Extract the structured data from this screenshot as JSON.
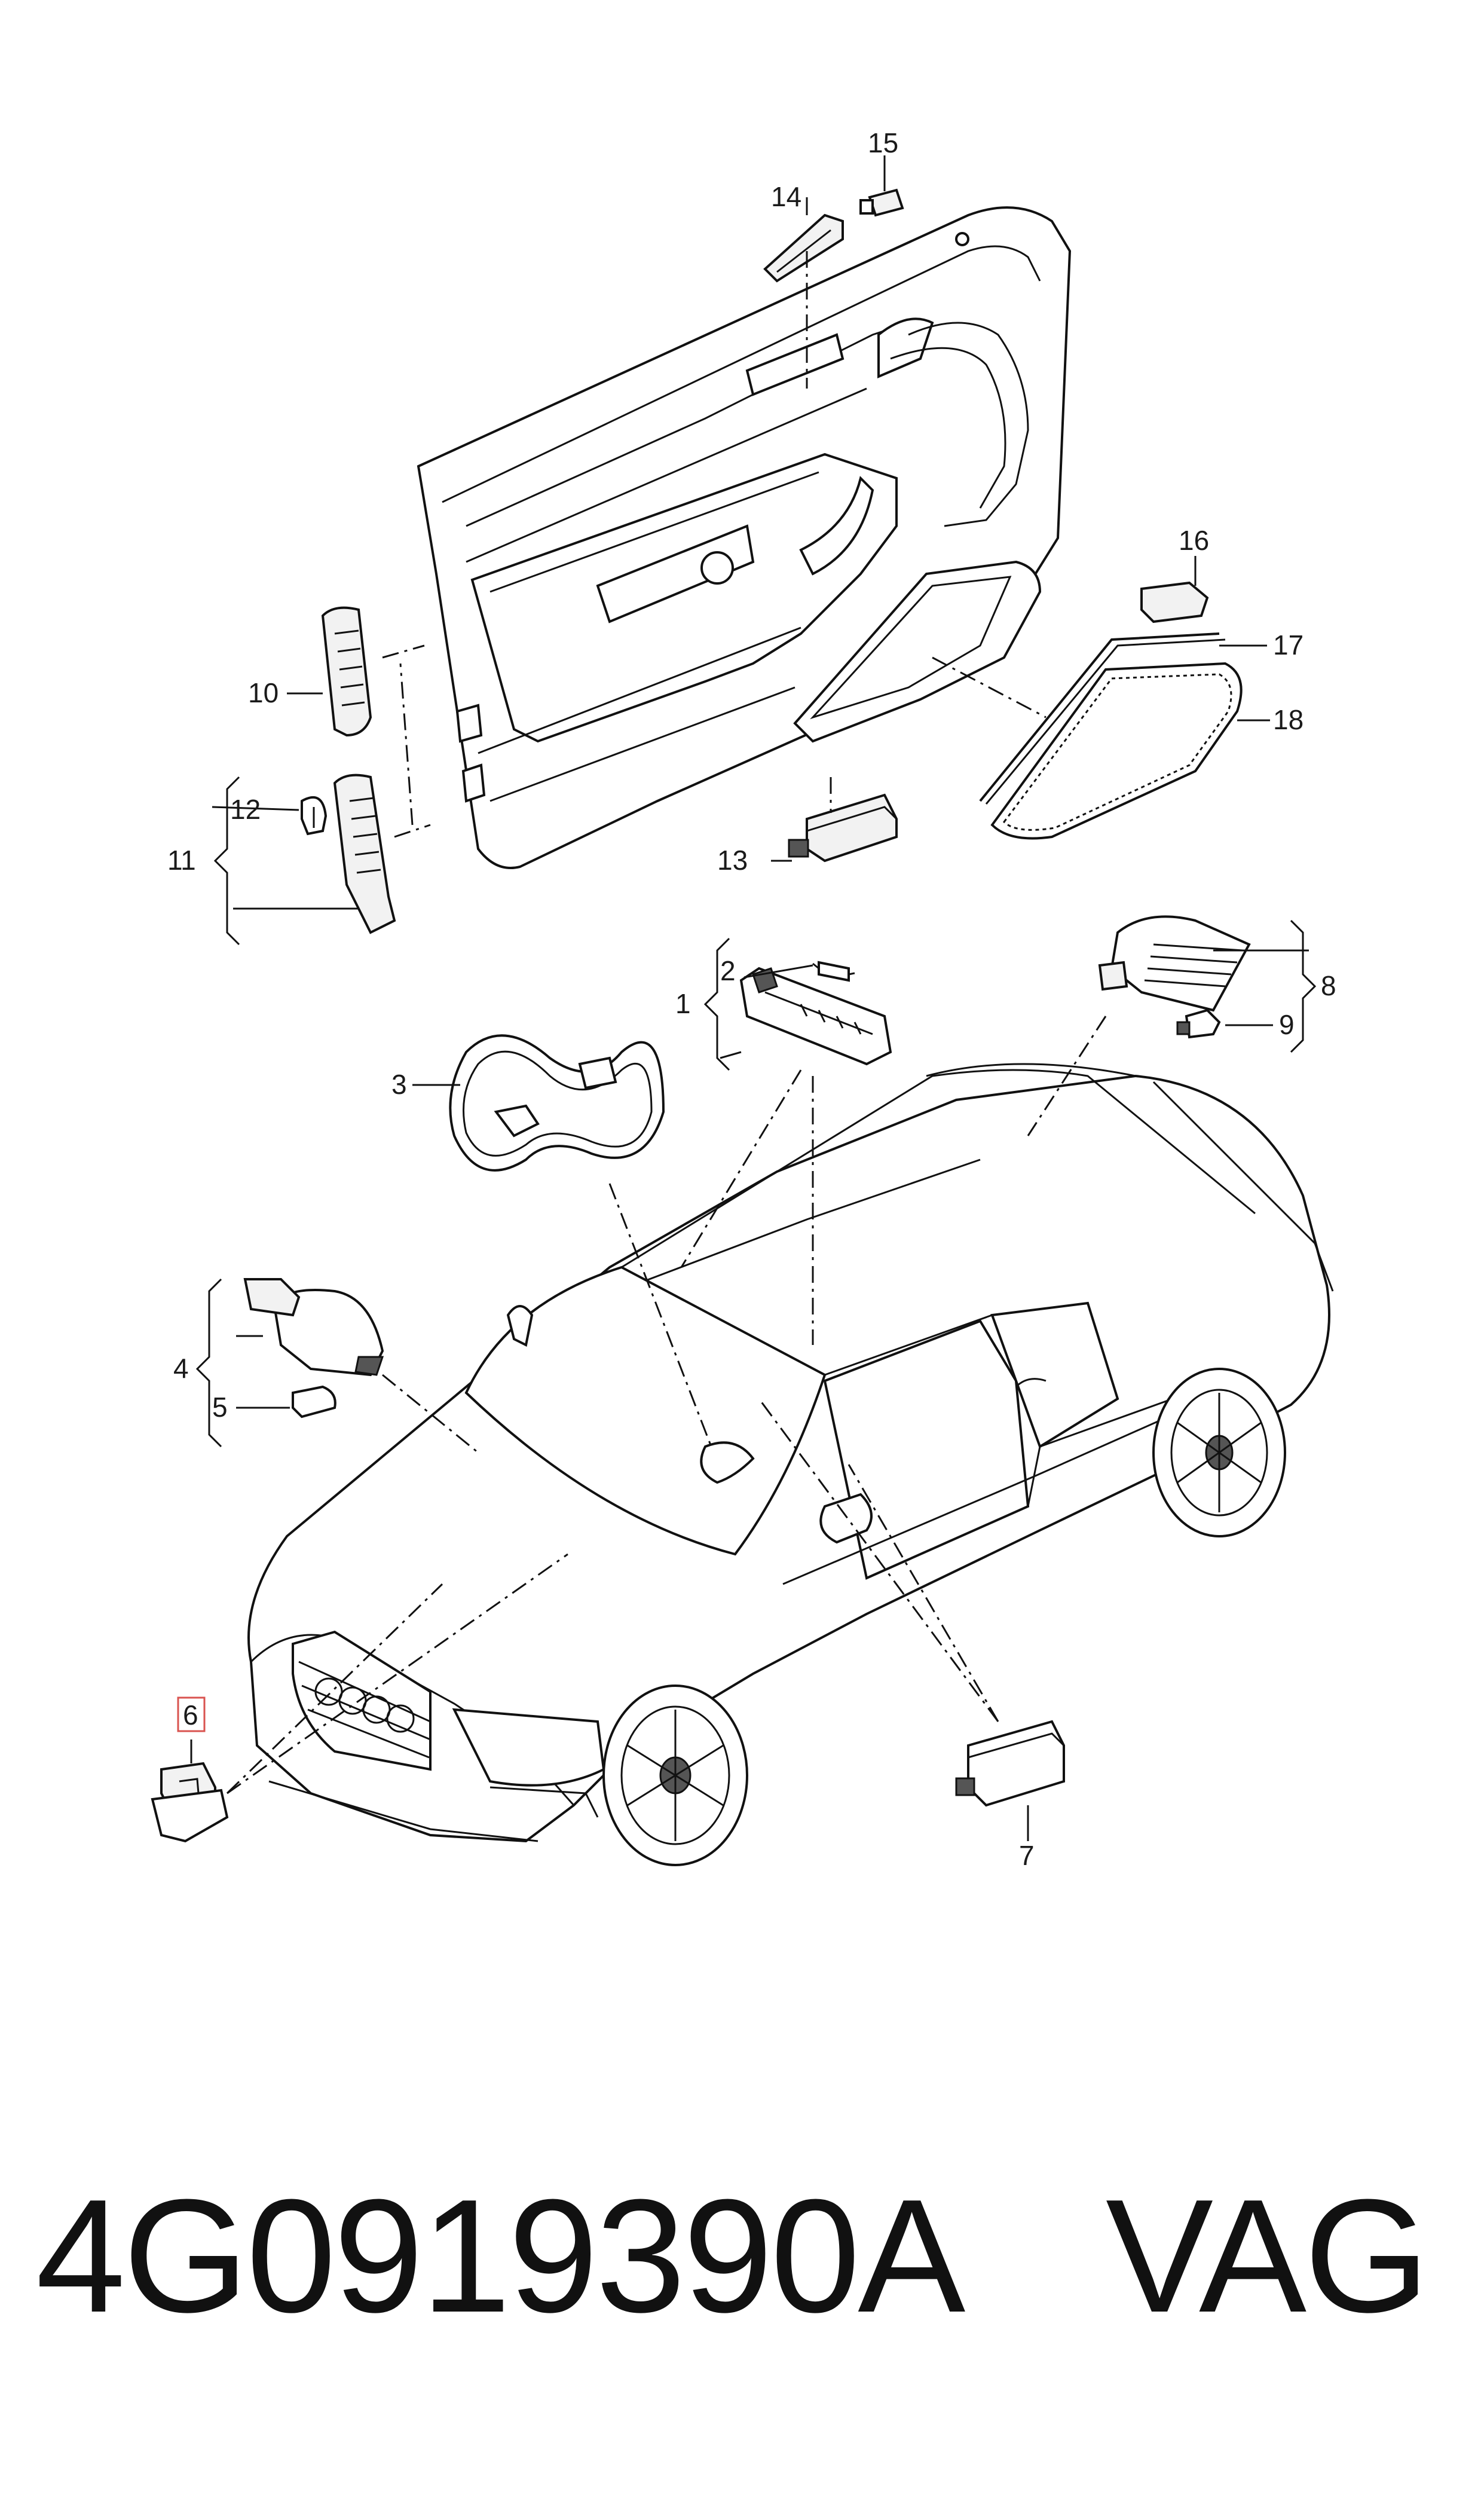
{
  "callouts": [
    {
      "id": "c1",
      "label": "1"
    },
    {
      "id": "c2",
      "label": "2"
    },
    {
      "id": "c3",
      "label": "3"
    },
    {
      "id": "c4",
      "label": "4"
    },
    {
      "id": "c5",
      "label": "5"
    },
    {
      "id": "c6",
      "label": "6",
      "highlighted": true
    },
    {
      "id": "c7",
      "label": "7"
    },
    {
      "id": "c8",
      "label": "8"
    },
    {
      "id": "c9",
      "label": "9"
    },
    {
      "id": "c10",
      "label": "10"
    },
    {
      "id": "c11",
      "label": "11"
    },
    {
      "id": "c12",
      "label": "12"
    },
    {
      "id": "c13",
      "label": "13"
    },
    {
      "id": "c14",
      "label": "14"
    },
    {
      "id": "c15",
      "label": "15"
    },
    {
      "id": "c16",
      "label": "16"
    },
    {
      "id": "c17",
      "label": "17"
    },
    {
      "id": "c18",
      "label": "18"
    }
  ],
  "footer": {
    "part_number": "4G0919390A",
    "brand": "VAG"
  },
  "colors": {
    "line": "#111111",
    "highlight_box": "#d9534f",
    "background": "#ffffff"
  }
}
